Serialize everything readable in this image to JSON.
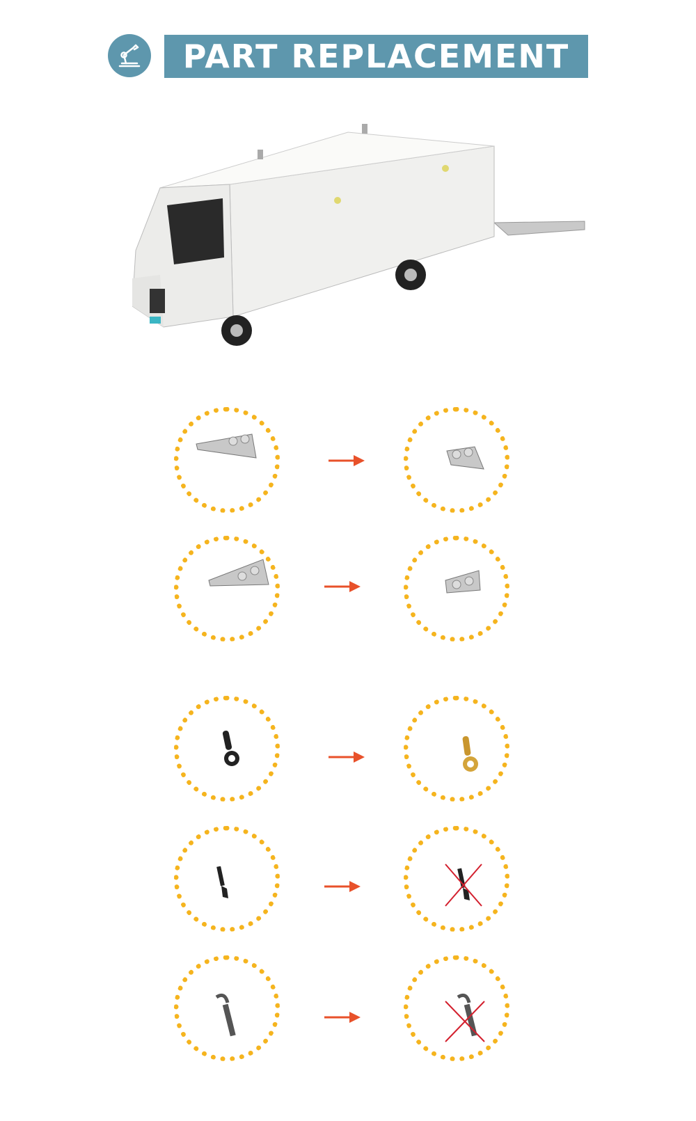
{
  "header": {
    "title": "PART REPLACEMENT",
    "icon": "robot-arm-icon",
    "color": "#5e97ad"
  },
  "hero": {
    "image": "white-delivery-van-brick-model"
  },
  "colors": {
    "circle": "#f5b41e",
    "arrow": "#e8512a",
    "cross": "#d3202e"
  },
  "replacements": [
    {
      "from": "light-gray wedge plate 3x2 (long)",
      "to": "light-gray wedge plate 2x2 (short)"
    },
    {
      "from": "light-gray wedge plate 4x2",
      "to": "light-gray wedge plate 2x2"
    },
    {
      "from": "black eye bolt / ring pin",
      "to": "pearl gold eye bolt / ring pin"
    },
    {
      "from": "black small tool handle",
      "to": "removed (crossed out)"
    },
    {
      "from": "dark gray hook tool",
      "to": "removed (crossed out)"
    }
  ]
}
